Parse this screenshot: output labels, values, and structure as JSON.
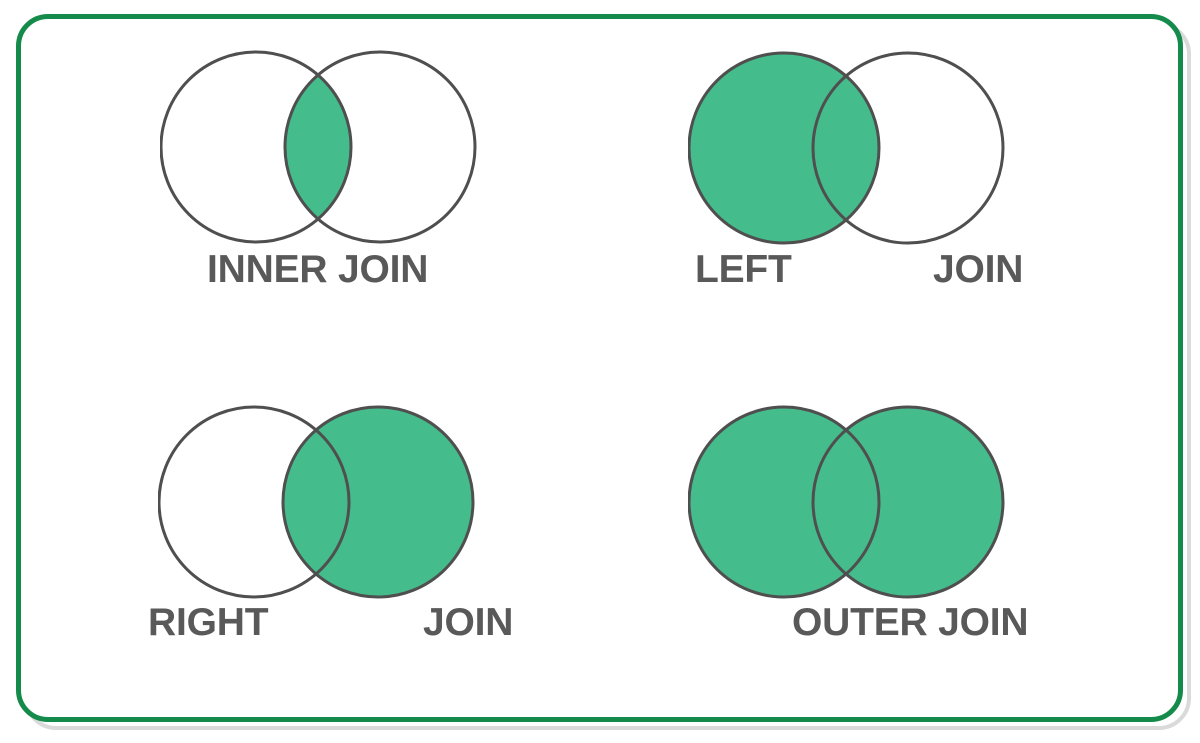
{
  "colors": {
    "shade_green": "#45bc8c",
    "circle_stroke_gray": "#4f4f4f",
    "frame_border_green": "#148b4a",
    "frame_shadow_gray": "#dadada",
    "label_text_gray": "#595959"
  },
  "diagrams": [
    {
      "name": "inner-join",
      "shaded_region": "intersection",
      "labels": [
        "INNER JOIN"
      ]
    },
    {
      "name": "left-join",
      "shaded_region": "left-circle",
      "labels": [
        "LEFT",
        "JOIN"
      ]
    },
    {
      "name": "right-join",
      "shaded_region": "right-circle",
      "labels": [
        "RIGHT",
        "JOIN"
      ]
    },
    {
      "name": "outer-join",
      "shaded_region": "both-circles",
      "labels": [
        "OUTER JOIN"
      ]
    }
  ]
}
